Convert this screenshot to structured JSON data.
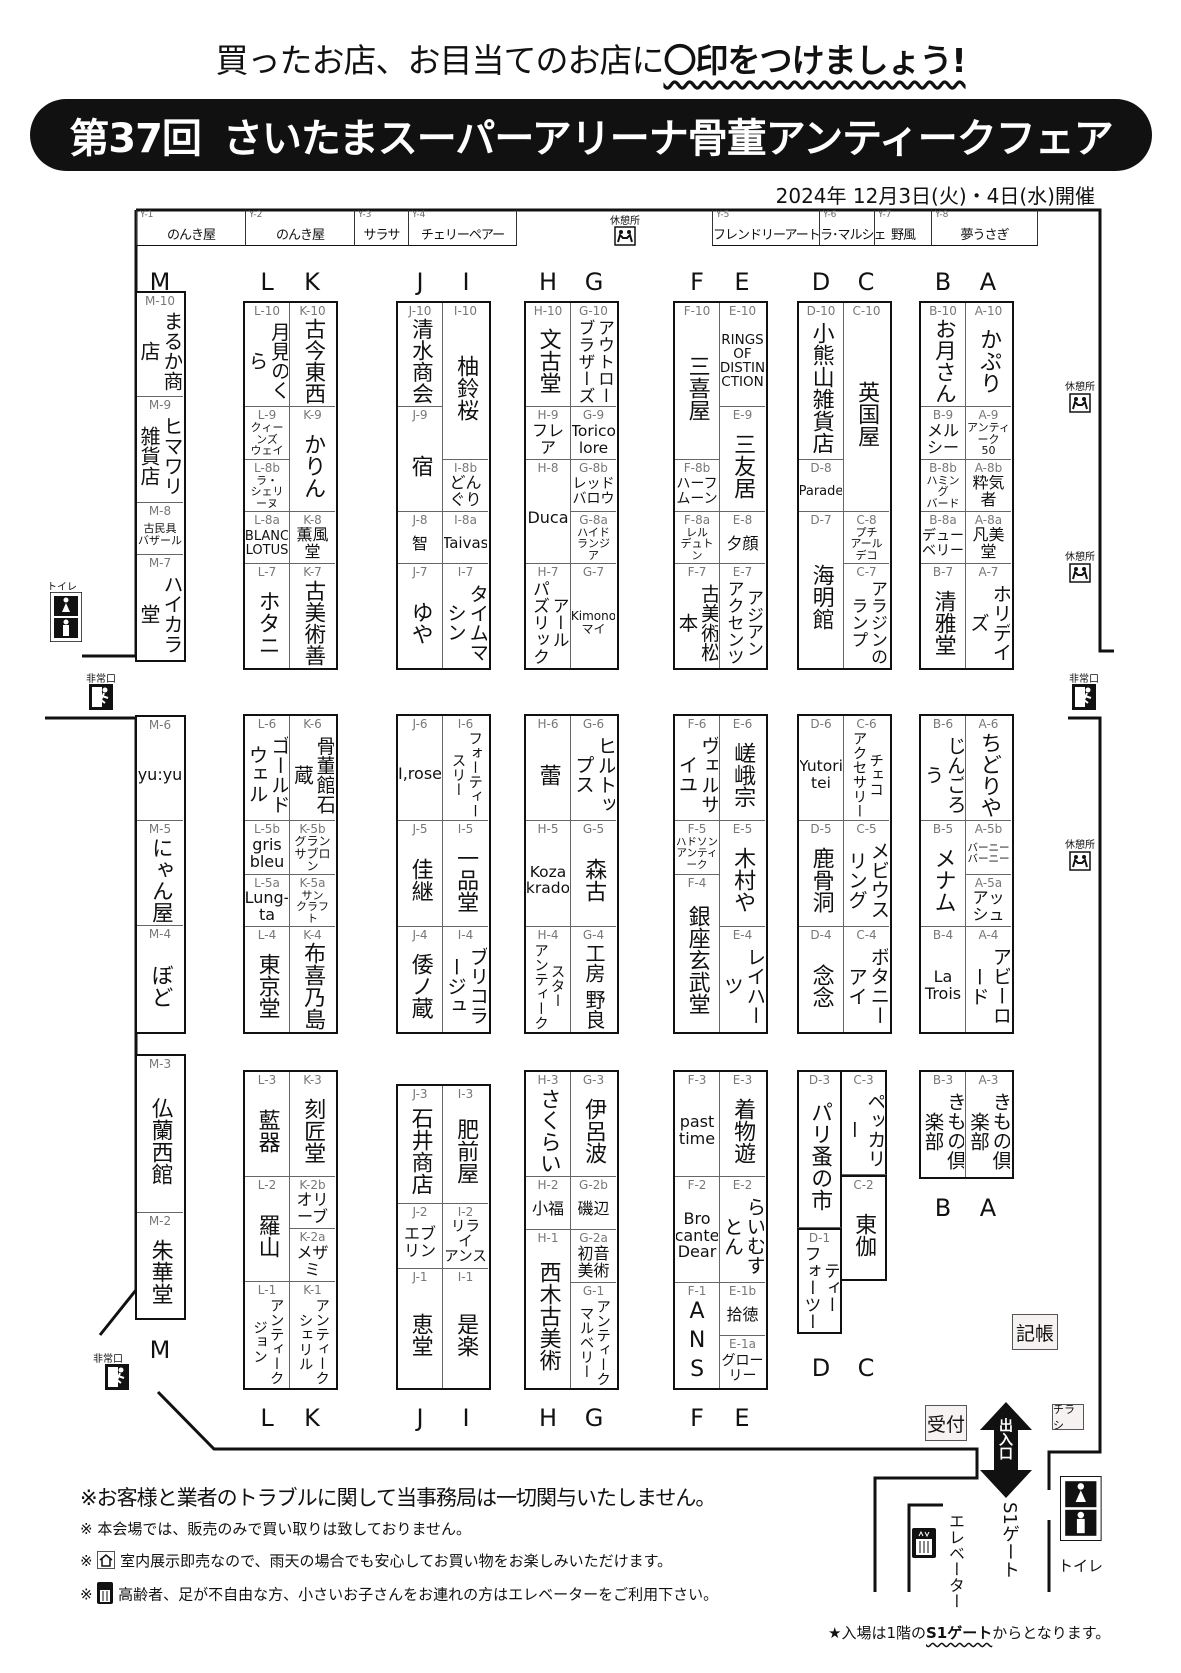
{
  "header": {
    "headline_plain": "買ったお店、お目当てのお店に",
    "headline_emphasis": "〇印をつけましょう!",
    "edition": "第37回",
    "title": "さいたまスーパーアリーナ骨董アンティークフェア",
    "date": "2024年 12月3日(火)・4日(水)開催"
  },
  "y_row": [
    {
      "id": "Y-1",
      "name": "のんき屋"
    },
    {
      "id": "Y-2",
      "name": "のんき屋"
    },
    {
      "id": "Y-3",
      "name": "サラサ"
    },
    {
      "id": "Y-4",
      "name": "チェリーペアー"
    },
    {
      "id": "Y-5",
      "name": "フレンドリーアート"
    },
    {
      "id": "Y-6",
      "name": "ラ･マルシェ"
    },
    {
      "id": "Y-7",
      "name": "野風"
    },
    {
      "id": "Y-8",
      "name": "夢うさぎ"
    }
  ],
  "aisle_labels": {
    "top": [
      "M",
      "L",
      "K",
      "J",
      "I",
      "H",
      "G",
      "F",
      "E",
      "D",
      "C",
      "B",
      "A"
    ],
    "bottom": [
      "M",
      "L",
      "K",
      "J",
      "I",
      "H",
      "G",
      "F",
      "E",
      "D",
      "C",
      "B",
      "A"
    ]
  },
  "blocks": [
    {
      "key": "M_top",
      "columns": [
        [
          {
            "id": "M-10",
            "name": "まるか商店"
          },
          {
            "id": "M-9",
            "name": "ヒマワリ\n雑貨店"
          },
          {
            "id": "M-8",
            "name": "古民具\nバザール"
          },
          {
            "id": "M-7",
            "name": "ハイカラ堂"
          }
        ]
      ]
    },
    {
      "key": "LK_top",
      "columns": [
        [
          {
            "id": "L-10",
            "name": "月見のくら"
          },
          {
            "id": "L-9",
            "name": "クィーンズ\nウェイ"
          },
          {
            "id": "L-8b",
            "name": "ラ・\nシェリーヌ"
          },
          {
            "id": "L-8a",
            "name": "BLANC\nLOTUS"
          },
          {
            "id": "L-7",
            "name": "ホタニ"
          }
        ],
        [
          {
            "id": "K-10",
            "name": "古今東西"
          },
          {
            "id": "K-9",
            "name": "かりん"
          },
          {
            "id": "K-8",
            "name": "薫風堂"
          },
          {
            "id": "K-7",
            "name": "古美術善"
          }
        ]
      ]
    },
    {
      "key": "JI_top",
      "columns": [
        [
          {
            "id": "J-10",
            "name": "清水商会"
          },
          {
            "id": "J-9",
            "name": "宿"
          },
          {
            "id": "J-8",
            "name": "智"
          },
          {
            "id": "J-7",
            "name": "ゆや"
          }
        ],
        [
          {
            "id": "I-10",
            "name": "柚鈴桜"
          },
          {
            "id": "I-8b",
            "name": "どんぐり"
          },
          {
            "id": "I-8a",
            "name": "Taivas"
          },
          {
            "id": "I-7",
            "name": "タイムマシン"
          }
        ]
      ]
    },
    {
      "key": "HG_top",
      "columns": [
        [
          {
            "id": "H-10",
            "name": "文古堂"
          },
          {
            "id": "H-9",
            "name": "フレア"
          },
          {
            "id": "H-8",
            "name": "Duca"
          },
          {
            "id": "H-7",
            "name": "アール\nパズリック"
          }
        ],
        [
          {
            "id": "G-10",
            "name": "アウトロー\nブラザーズ"
          },
          {
            "id": "G-9",
            "name": "Torico\nlore"
          },
          {
            "id": "G-8b",
            "name": "レッド\nバロウ"
          },
          {
            "id": "G-8a",
            "name": "ハイド\nランジア"
          },
          {
            "id": "G-7",
            "name": "Kimono\nマイ"
          }
        ]
      ]
    },
    {
      "key": "FE_top",
      "columns": [
        [
          {
            "id": "F-10",
            "name": "三喜屋"
          },
          {
            "id": "F-8b",
            "name": "ハーフ\nムーン"
          },
          {
            "id": "F-8a",
            "name": "レル\nデュトン"
          },
          {
            "id": "F-7",
            "name": "古美術松本"
          }
        ],
        [
          {
            "id": "E-10",
            "name": "RINGS\nOF\nDISTIN\nCTION"
          },
          {
            "id": "E-9",
            "name": "三友居"
          },
          {
            "id": "E-8",
            "name": "夕顔"
          },
          {
            "id": "E-7",
            "name": "アジアン\nアクセンツ"
          }
        ]
      ]
    },
    {
      "key": "DC_top",
      "columns": [
        [
          {
            "id": "D-10",
            "name": "小熊山雑貨店"
          },
          {
            "id": "D-8",
            "name": "Parade"
          },
          {
            "id": "D-7",
            "name": "海明館"
          }
        ],
        [
          {
            "id": "C-10",
            "name": "英国屋"
          },
          {
            "id": "C-8",
            "name": "プチ\nアールデコ"
          },
          {
            "id": "C-7",
            "name": "アラジンの\nランプ"
          }
        ]
      ]
    },
    {
      "key": "BA_top",
      "columns": [
        [
          {
            "id": "B-10",
            "name": "お月さん"
          },
          {
            "id": "B-9",
            "name": "メルシー"
          },
          {
            "id": "B-8b",
            "name": "ハミング\nバード"
          },
          {
            "id": "B-8a",
            "name": "デュー\nベリー"
          },
          {
            "id": "B-7",
            "name": "清雅堂"
          }
        ],
        [
          {
            "id": "A-10",
            "name": "かぷり"
          },
          {
            "id": "A-9",
            "name": "アンティーク\n50"
          },
          {
            "id": "A-8b",
            "name": "粋気者"
          },
          {
            "id": "A-8a",
            "name": "凡美堂"
          },
          {
            "id": "A-7",
            "name": "ホリデイズ"
          }
        ]
      ]
    },
    {
      "key": "M_mid",
      "columns": [
        [
          {
            "id": "M-6",
            "name": "yu:yu"
          },
          {
            "id": "M-5",
            "name": "にゃん屋"
          },
          {
            "id": "M-4",
            "name": "ぼど"
          }
        ]
      ]
    },
    {
      "key": "LK_mid",
      "columns": [
        [
          {
            "id": "L-6",
            "name": "ゴールド\nウェル"
          },
          {
            "id": "L-5b",
            "name": "gris\nbleu"
          },
          {
            "id": "L-5a",
            "name": "Lung-ta"
          },
          {
            "id": "L-4",
            "name": "東京堂"
          }
        ],
        [
          {
            "id": "K-6",
            "name": "骨董館石蔵"
          },
          {
            "id": "K-5b",
            "name": "グラン\nサブロン"
          },
          {
            "id": "K-5a",
            "name": "サン\nクラフト"
          },
          {
            "id": "K-4",
            "name": "布喜乃島"
          }
        ]
      ]
    },
    {
      "key": "JI_mid",
      "columns": [
        [
          {
            "id": "J-6",
            "name": "I,rose"
          },
          {
            "id": "J-5",
            "name": "佳継"
          },
          {
            "id": "J-4",
            "name": "倭ノ蔵"
          }
        ],
        [
          {
            "id": "I-6",
            "name": "フォーティー\nスリー"
          },
          {
            "id": "I-5",
            "name": "一品堂"
          },
          {
            "id": "I-4",
            "name": "ブリコラージュ"
          }
        ]
      ]
    },
    {
      "key": "HG_mid",
      "columns": [
        [
          {
            "id": "H-6",
            "name": "蕾"
          },
          {
            "id": "H-5",
            "name": "Koza\nkrado"
          },
          {
            "id": "H-4",
            "name": "スター\nアンティーク"
          }
        ],
        [
          {
            "id": "G-6",
            "name": "ヒルトップス"
          },
          {
            "id": "G-5",
            "name": "森古"
          },
          {
            "id": "G-4",
            "name": "工房 野良"
          }
        ]
      ]
    },
    {
      "key": "FE_mid",
      "columns": [
        [
          {
            "id": "F-6",
            "name": "ヴェルサイユ"
          },
          {
            "id": "F-5",
            "name": "ハドソン\nアンティーク"
          },
          {
            "id": "F-4",
            "name": "銀座玄武堂"
          }
        ],
        [
          {
            "id": "E-6",
            "name": "嵯峨宗"
          },
          {
            "id": "E-5",
            "name": "木村や"
          },
          {
            "id": "E-4",
            "name": "レイハーツ"
          }
        ]
      ]
    },
    {
      "key": "DC_mid",
      "columns": [
        [
          {
            "id": "D-6",
            "name": "Yutori\ntei"
          },
          {
            "id": "D-5",
            "name": "鹿骨洞"
          },
          {
            "id": "D-4",
            "name": "念念"
          }
        ],
        [
          {
            "id": "C-6",
            "name": "チェコ\nアクセサリー"
          },
          {
            "id": "C-5",
            "name": "メビウス\nリング"
          },
          {
            "id": "C-4",
            "name": "ボタニーアイ"
          }
        ]
      ]
    },
    {
      "key": "BA_mid",
      "columns": [
        [
          {
            "id": "B-6",
            "name": "じんごろう"
          },
          {
            "id": "B-5",
            "name": "メナム"
          },
          {
            "id": "B-4",
            "name": "La\nTrois"
          }
        ],
        [
          {
            "id": "A-6",
            "name": "ちどりや"
          },
          {
            "id": "A-5b",
            "name": "バーニー\nバーニー"
          },
          {
            "id": "A-5a",
            "name": "アッシュ"
          },
          {
            "id": "A-4",
            "name": "アビーロード"
          }
        ]
      ]
    },
    {
      "key": "M_bot",
      "columns": [
        [
          {
            "id": "M-3",
            "name": "仏蘭西館"
          },
          {
            "id": "M-2",
            "name": "朱華堂"
          }
        ]
      ]
    },
    {
      "key": "LK_bot",
      "columns": [
        [
          {
            "id": "L-3",
            "name": "藍器"
          },
          {
            "id": "L-2",
            "name": "羅山"
          },
          {
            "id": "L-1",
            "name": "アンティーク\nジョン"
          }
        ],
        [
          {
            "id": "K-3",
            "name": "刻匠堂"
          },
          {
            "id": "K-2b",
            "name": "オリーブ"
          },
          {
            "id": "K-2a",
            "name": "メザミ"
          },
          {
            "id": "K-1",
            "name": "アンティーク\nシェリル"
          }
        ]
      ]
    },
    {
      "key": "JI_bot",
      "columns": [
        [
          {
            "id": "J-3",
            "name": "石井商店"
          },
          {
            "id": "J-2",
            "name": "エブリン"
          },
          {
            "id": "J-1",
            "name": "恵堂"
          }
        ],
        [
          {
            "id": "I-3",
            "name": "肥前屋"
          },
          {
            "id": "I-2",
            "name": "リライ\nアンス"
          },
          {
            "id": "I-1",
            "name": "是楽"
          }
        ]
      ]
    },
    {
      "key": "HG_bot",
      "columns": [
        [
          {
            "id": "H-3",
            "name": "さくらい"
          },
          {
            "id": "H-2",
            "name": "小福"
          },
          {
            "id": "H-1",
            "name": "西木古美術"
          }
        ],
        [
          {
            "id": "G-3",
            "name": "伊呂波"
          },
          {
            "id": "G-2b",
            "name": "磯辺"
          },
          {
            "id": "G-2a",
            "name": "初音\n美術"
          },
          {
            "id": "G-1",
            "name": "アンティーク\nマルベリー"
          }
        ]
      ]
    },
    {
      "key": "FE_bot",
      "columns": [
        [
          {
            "id": "F-3",
            "name": "past\ntime"
          },
          {
            "id": "F-2",
            "name": "Bro\ncante\nDear"
          },
          {
            "id": "F-1",
            "name": "ANS"
          }
        ],
        [
          {
            "id": "E-3",
            "name": "着物遊"
          },
          {
            "id": "E-2",
            "name": "らいむすとん"
          },
          {
            "id": "E-1b",
            "name": "拾徳"
          },
          {
            "id": "E-1a",
            "name": "グローリー"
          }
        ]
      ]
    },
    {
      "key": "DC_bot",
      "columns": [
        [
          {
            "id": "D-3",
            "name": "パリ蚤の市"
          },
          {
            "id": "D-1",
            "name": "ティー\nフォーツー"
          }
        ],
        [
          {
            "id": "C-3",
            "name": "ペッカリー"
          },
          {
            "id": "C-2",
            "name": "東伽"
          }
        ]
      ]
    },
    {
      "key": "BA_bot",
      "columns": [
        [
          {
            "id": "B-3",
            "name": "きもの倶楽部"
          }
        ],
        [
          {
            "id": "A-3",
            "name": "きもの倶楽部"
          }
        ]
      ]
    }
  ],
  "facilities": {
    "rest_area": "休憩所",
    "emergency_exit": "非常口",
    "toilet": "トイレ",
    "guestbook": "記帳",
    "reception": "受付",
    "flyers": "チラシ",
    "entrance": "出入口",
    "gate": "S1ゲート",
    "elevator": "エレベーター"
  },
  "notes": [
    "※お客様と業者のトラブルに関して当事務局は一切関与いたしません。",
    "※ 本会場では、販売のみで買い取りは致しておりません。",
    "室内展示即売なので、雨天の場合でも安心してお買い物をお楽しみいただけます。",
    "高齢者、足が不自由な方、小さいお子さんをお連れの方はエレベーターをご利用下さい。"
  ],
  "note_mark": "※",
  "entry_note": {
    "before": "★入場は1階の",
    "emphasis": "S1ゲート",
    "after": "からとなります。"
  }
}
